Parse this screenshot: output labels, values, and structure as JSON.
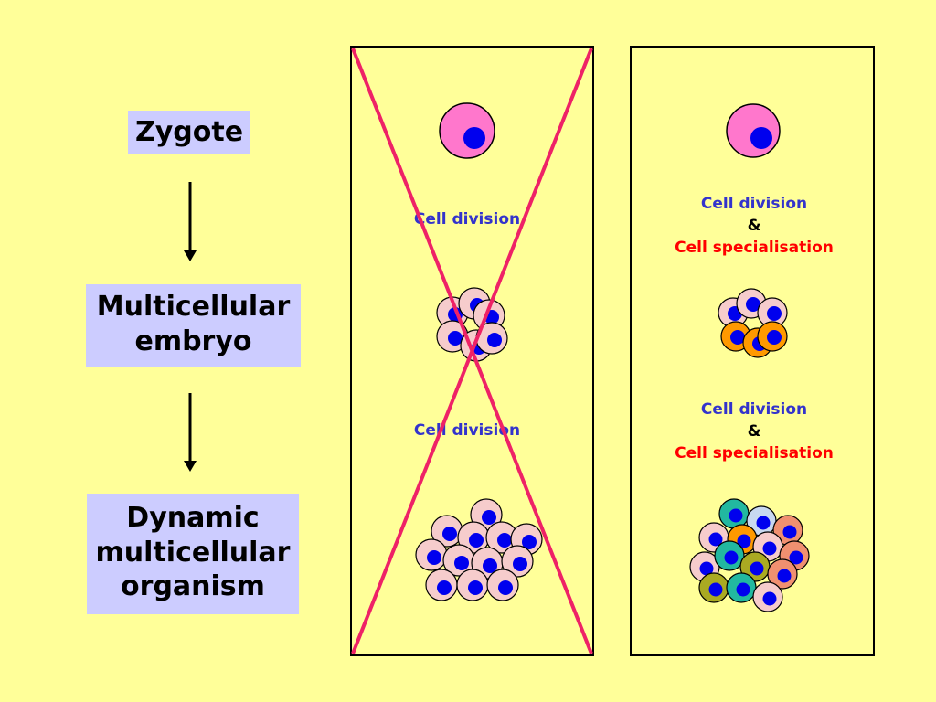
{
  "stages": {
    "zygote": "Zygote",
    "embryo_line1": "Multicellular",
    "embryo_line2": "embryo",
    "organism_line1": "Dynamic",
    "organism_line2": "multicellular",
    "organism_line3": "organism"
  },
  "left_panel": {
    "label_top": "Cell division",
    "label_bottom": "Cell division",
    "crossed_out": true
  },
  "right_panel": {
    "label_top_line1": "Cell division",
    "label_top_line2": "&",
    "label_top_line3": "Cell specialisation",
    "label_bottom_line1": "Cell division",
    "label_bottom_line2": "&",
    "label_bottom_line3": "Cell specialisation"
  },
  "colors": {
    "background": "#FFFF99",
    "stage_box": "#CCCCFF",
    "cross": "#EE2266",
    "zygote_cell": "#FF77CC",
    "nucleus": "#0000EE",
    "plain_cell": "#F6CCCC",
    "specialised_orange": "#FF9900",
    "specialised_teal": "#22B8A0",
    "specialised_olive": "#AAAA22",
    "specialised_salmon": "#F09070"
  }
}
